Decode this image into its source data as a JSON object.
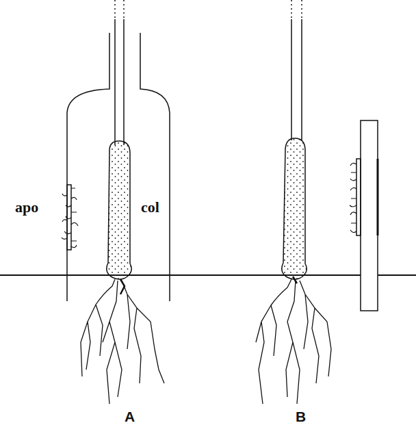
{
  "diagram": {
    "labels": [
      "apo",
      "col",
      "A",
      "B"
    ]
  }
}
